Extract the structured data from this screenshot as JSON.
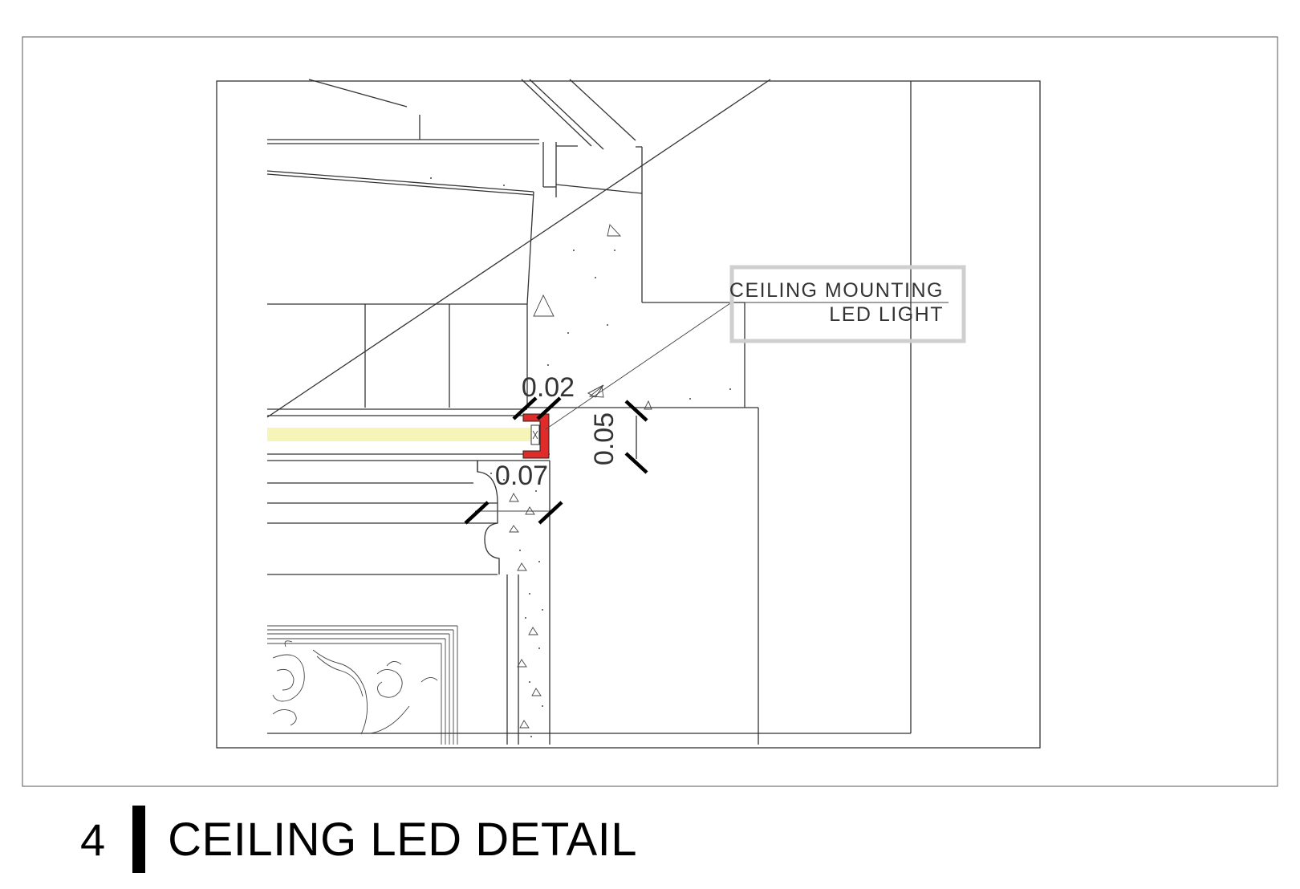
{
  "callout": {
    "line1": "CEILING MOUNTING",
    "line2": "LED LIGHT"
  },
  "dimensions": {
    "gap_top": "0.02",
    "depth": "0.05",
    "profile": "0.07"
  },
  "caption": {
    "number": "4",
    "title": "CEILING LED DETAIL"
  },
  "colors": {
    "led_channel": "#e02b2b",
    "led_glow": "#f7f4b8",
    "callout_frame": "#cfcfcf",
    "line": "#333333"
  }
}
